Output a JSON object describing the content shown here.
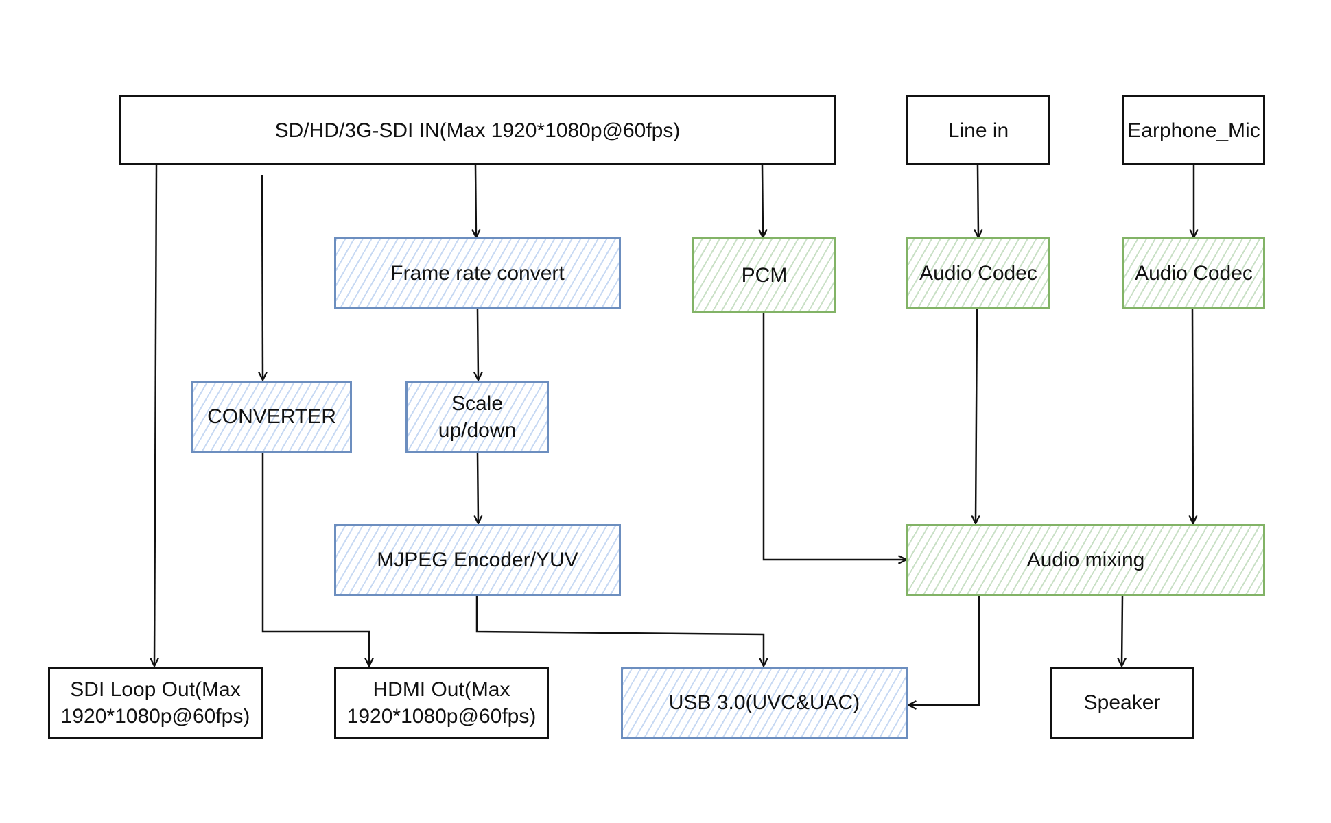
{
  "diagram": {
    "type": "block-diagram",
    "nodes": {
      "sdi_in": {
        "label": "SD/HD/3G-SDI IN(Max 1920*1080p@60fps)",
        "style": "plain"
      },
      "line_in": {
        "label": "Line in",
        "style": "plain"
      },
      "earphone_mic": {
        "label": "Earphone_Mic",
        "style": "plain"
      },
      "frame_rate_convert": {
        "label": "Frame rate convert",
        "style": "blue"
      },
      "pcm": {
        "label": "PCM",
        "style": "green"
      },
      "audio_codec_1": {
        "label": "Audio Codec",
        "style": "green"
      },
      "audio_codec_2": {
        "label": "Audio Codec",
        "style": "green"
      },
      "converter": {
        "label": "CONVERTER",
        "style": "blue"
      },
      "scale": {
        "label": "Scale\nup/down",
        "style": "blue"
      },
      "mjpeg": {
        "label": "MJPEG Encoder/YUV",
        "style": "blue"
      },
      "audio_mixing": {
        "label": "Audio mixing",
        "style": "green"
      },
      "sdi_loop_out": {
        "label": "SDI Loop Out(Max\n1920*1080p@60fps)",
        "style": "plain"
      },
      "hdmi_out": {
        "label": "HDMI Out(Max\n1920*1080p@60fps)",
        "style": "plain"
      },
      "usb": {
        "label": "USB 3.0(UVC&UAC)",
        "style": "blue"
      },
      "speaker": {
        "label": "Speaker",
        "style": "plain"
      }
    },
    "edges": [
      {
        "from": "sdi_in",
        "to": "sdi_loop_out"
      },
      {
        "from": "sdi_in",
        "to": "converter"
      },
      {
        "from": "sdi_in",
        "to": "frame_rate_convert"
      },
      {
        "from": "sdi_in",
        "to": "pcm"
      },
      {
        "from": "line_in",
        "to": "audio_codec_1"
      },
      {
        "from": "earphone_mic",
        "to": "audio_codec_2"
      },
      {
        "from": "frame_rate_convert",
        "to": "scale"
      },
      {
        "from": "scale",
        "to": "mjpeg"
      },
      {
        "from": "converter",
        "to": "hdmi_out"
      },
      {
        "from": "mjpeg",
        "to": "usb"
      },
      {
        "from": "pcm",
        "to": "audio_mixing"
      },
      {
        "from": "audio_codec_1",
        "to": "audio_mixing"
      },
      {
        "from": "audio_codec_2",
        "to": "audio_mixing"
      },
      {
        "from": "audio_mixing",
        "to": "usb"
      },
      {
        "from": "audio_mixing",
        "to": "speaker"
      }
    ],
    "colors": {
      "plain_stroke": "#111111",
      "blue_stroke": "#6c8ebf",
      "blue_fill": "#dae8fc",
      "green_stroke": "#82b366",
      "green_fill": "#d5e8d4",
      "arrow": "#111111"
    }
  }
}
